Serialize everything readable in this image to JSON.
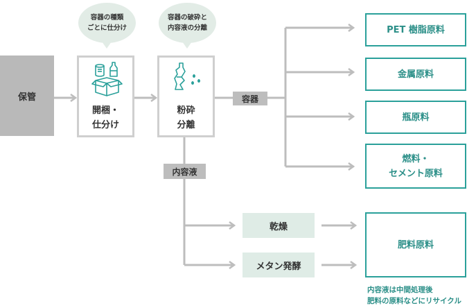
{
  "storage": {
    "label": "保管"
  },
  "steps": [
    {
      "line1": "開梱・",
      "line2": "仕分け",
      "bubble": [
        "容器の種類",
        "ごとに仕分け"
      ]
    },
    {
      "line1": "粉砕",
      "line2": "分離",
      "bubble": [
        "容器の破砕と",
        "内容液の分離"
      ]
    }
  ],
  "branches": {
    "container": "容器",
    "content": "内容液"
  },
  "container_outputs": [
    {
      "line1": "PET 樹脂原料"
    },
    {
      "line1": "金属原料"
    },
    {
      "line1": "瓶原料"
    },
    {
      "line1": "燃料・",
      "line2": "セメント原料"
    }
  ],
  "content_processes": [
    {
      "label": "乾燥"
    },
    {
      "label": "メタン発酵"
    }
  ],
  "content_output": {
    "label": "肥料原料"
  },
  "note": {
    "line1": "内容液は中間処理後",
    "line2": "肥料の原料などにリサイクル"
  },
  "colors": {
    "line": "#bdbdbd",
    "accent": "#2aa09a",
    "bubble": "#e2ece6",
    "step_border": "#cfcfcf",
    "storage": "#b9b9b9"
  }
}
